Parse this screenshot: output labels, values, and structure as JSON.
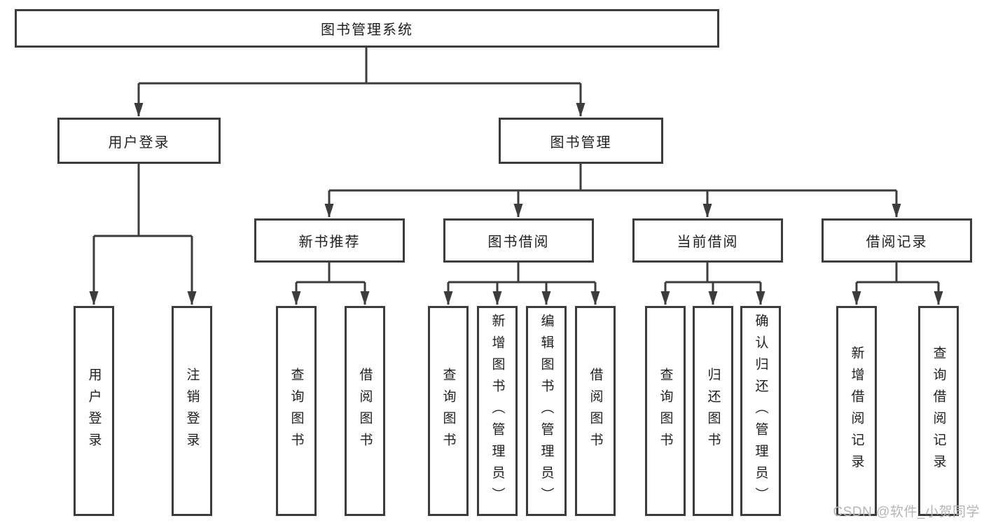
{
  "diagram": {
    "root": {
      "label": "图书管理系统"
    },
    "level2": [
      {
        "label": "用户登录",
        "parent": "图书管理系统"
      },
      {
        "label": "图书管理",
        "parent": "图书管理系统"
      }
    ],
    "level3": [
      {
        "label": "新书推荐",
        "parent": "图书管理"
      },
      {
        "label": "图书借阅",
        "parent": "图书管理"
      },
      {
        "label": "当前借阅",
        "parent": "图书管理"
      },
      {
        "label": "借阅记录",
        "parent": "图书管理"
      }
    ],
    "leaves": [
      {
        "label": "用户登录",
        "parent": "用户登录"
      },
      {
        "label": "注销登录",
        "parent": "用户登录"
      },
      {
        "label": "查询图书",
        "parent": "新书推荐"
      },
      {
        "label": "借阅图书",
        "parent": "新书推荐"
      },
      {
        "label": "查询图书",
        "parent": "图书借阅"
      },
      {
        "label": "新增图书（管理员）",
        "parent": "图书借阅"
      },
      {
        "label": "编辑图书（管理员）",
        "parent": "图书借阅"
      },
      {
        "label": "借阅图书",
        "parent": "图书借阅"
      },
      {
        "label": "查询图书",
        "parent": "当前借阅"
      },
      {
        "label": "归还图书",
        "parent": "当前借阅"
      },
      {
        "label": "确认归还（管理员）",
        "parent": "当前借阅"
      },
      {
        "label": "新增借阅记录",
        "parent": "借阅记录"
      },
      {
        "label": "查询借阅记录",
        "parent": "借阅记录"
      }
    ]
  },
  "watermark": {
    "text": "CSDN @软件_小贺同学"
  },
  "colors": {
    "line": "#3c3c3c",
    "text": "#1f1f1f",
    "box-fill": "#ffffff",
    "background": "#ffffff",
    "watermark": "#b5b5b5"
  }
}
